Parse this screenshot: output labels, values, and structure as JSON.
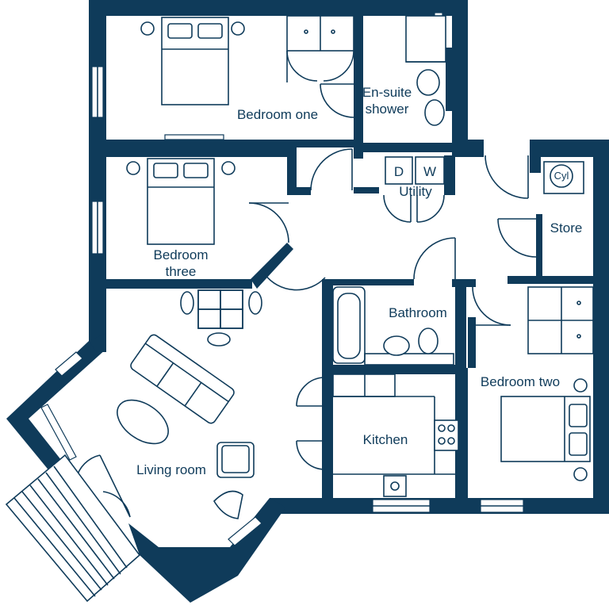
{
  "rooms": {
    "bedroom_one": "Bedroom one",
    "ensuite_line1": "En-suite",
    "ensuite_line2": "shower",
    "utility": "Utility",
    "bedroom_three_line1": "Bedroom",
    "bedroom_three_line2": "three",
    "store": "Store",
    "bathroom": "Bathroom",
    "bedroom_two": "Bedroom two",
    "kitchen": "Kitchen",
    "living_room": "Living room"
  },
  "appliances": {
    "dishwasher": "D",
    "washer": "W",
    "cylinder": "Cyl"
  },
  "colors": {
    "wall": "#0f3b5a",
    "background": "#ffffff"
  }
}
